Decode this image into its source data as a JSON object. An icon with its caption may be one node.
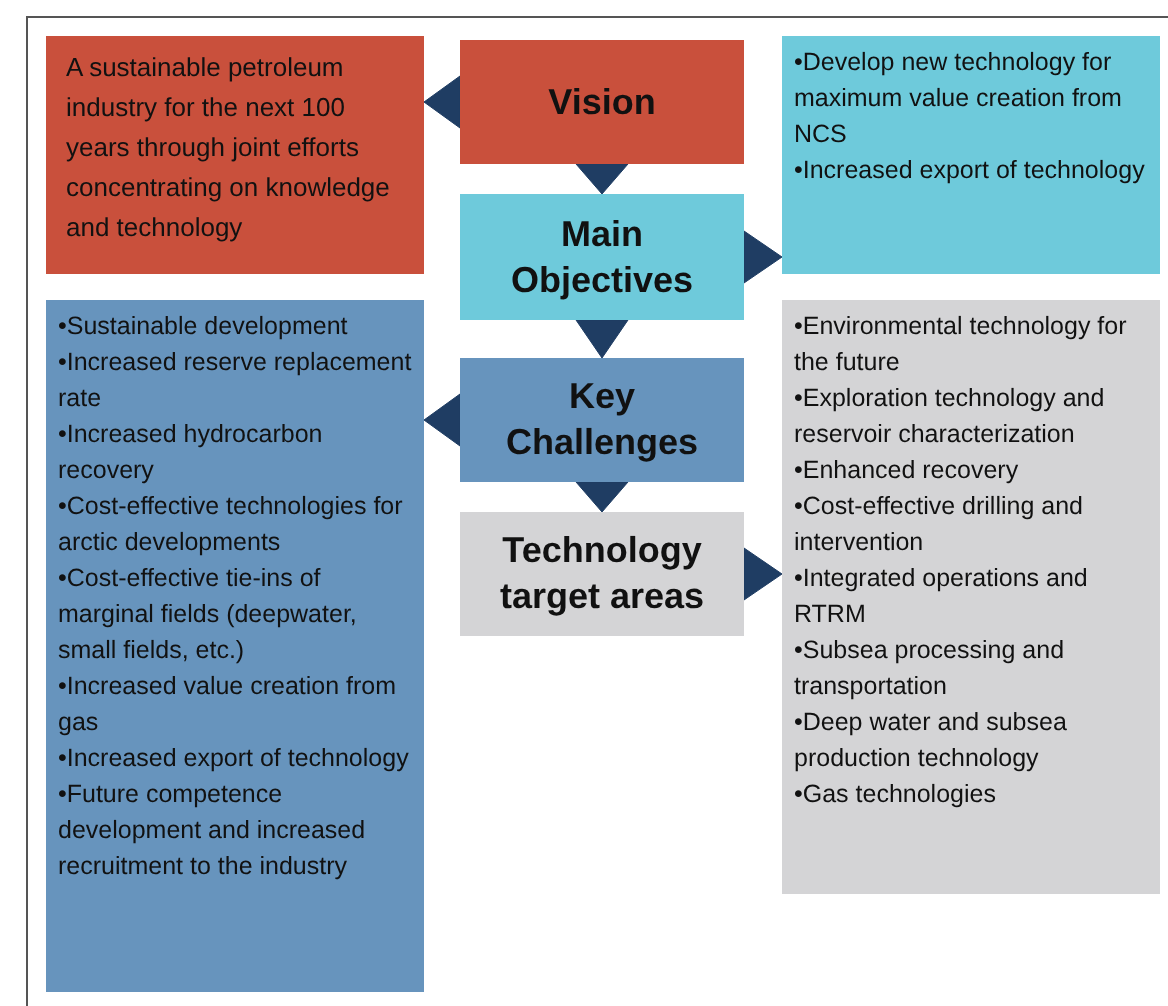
{
  "diagram": {
    "nodes": [
      {
        "text": [
          "A sustainable petroleum industry for the next 100 years through joint efforts concentrating on knowledge and technology"
        ]
      },
      {
        "text": [
          "Vision"
        ]
      },
      {
        "text": [
          "•Develop new technology for maximum value creation from NCS",
          "•Increased export of technology"
        ]
      },
      {
        "text": [
          "Main Objectives"
        ]
      },
      {
        "text": [
          "•Sustainable development",
          "•Increased reserve replacement rate",
          "•Increased hydrocarbon recovery",
          "•Cost-effective technologies for arctic developments",
          "•Cost-effective tie-ins of marginal fields (deepwater, small fields, etc.)",
          "•Increased value creation from gas",
          "•Increased export of technology",
          "•Future competence development and  increased recruitment to the industry"
        ]
      },
      {
        "text": [
          "Key Challenges"
        ]
      },
      {
        "text": [
          "Technology target areas"
        ]
      },
      {
        "text": [
          "•Environmental technology for the future",
          "•Exploration technology and reservoir characterization",
          "•Enhanced recovery",
          "•Cost-effective drilling and intervention",
          "•Integrated operations and RTRM",
          "•Subsea processing and transportation",
          "•Deep water and subsea production technology",
          "•Gas technologies"
        ]
      }
    ],
    "edges": [
      {
        "from": 1,
        "to": 0,
        "arrow": "to"
      },
      {
        "from": 1,
        "to": 3,
        "arrow": "to"
      },
      {
        "from": 3,
        "to": 2,
        "arrow": "to"
      },
      {
        "from": 3,
        "to": 5,
        "arrow": "to"
      },
      {
        "from": 5,
        "to": 4,
        "arrow": "to"
      },
      {
        "from": 5,
        "to": 6,
        "arrow": "to"
      },
      {
        "from": 6,
        "to": 7,
        "arrow": "to"
      }
    ]
  }
}
